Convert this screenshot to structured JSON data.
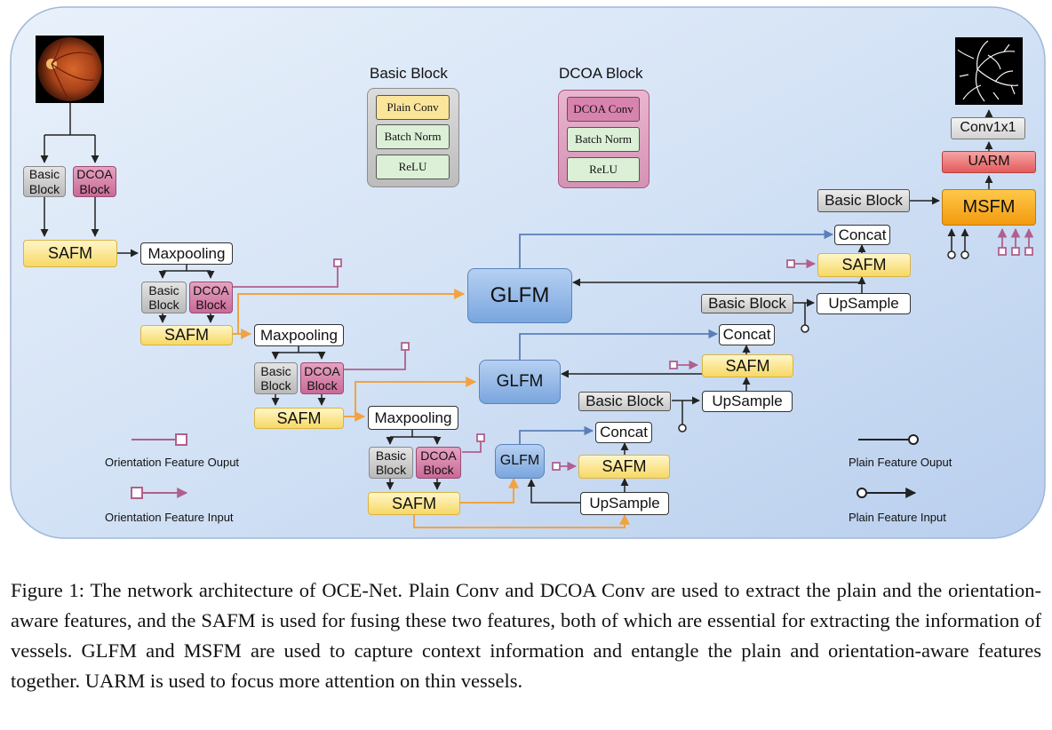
{
  "legend_panels": {
    "basic": {
      "title": "Basic Block",
      "items": [
        "Plain Conv",
        "Batch Norm",
        "ReLU"
      ]
    },
    "dcoa": {
      "title": "DCOA Block",
      "items": [
        "DCOA Conv",
        "Batch Norm",
        "ReLU"
      ]
    }
  },
  "encoder": {
    "basic_block": [
      "Basic",
      "Block"
    ],
    "dcoa_block": [
      "DCOA",
      "Block"
    ],
    "safm": "SAFM",
    "maxpooling": "Maxpooling"
  },
  "decoder": {
    "glfm": "GLFM",
    "concat": "Concat",
    "safm": "SAFM",
    "basic_block": "Basic Block",
    "upsample": "UpSample"
  },
  "head": {
    "msfm": "MSFM",
    "uarm": "UARM",
    "conv1x1": "Conv1x1"
  },
  "legend": {
    "orientation_output": "Orientation Feature Ouput",
    "orientation_input": "Orientation Feature Input",
    "plain_output": "Plain Feature Ouput",
    "plain_input": "Plain Feature Input"
  },
  "colors": {
    "background_panel": "#cfdff3",
    "blue_line": "#5a7fb8",
    "orange_line": "#f2a341",
    "pink_line": "#b0608e",
    "dark_line": "#222222"
  },
  "icons": {
    "input_image": "retina-fundus-image",
    "output_image": "vessel-segmentation-map"
  },
  "caption": "Figure 1: The network architecture of OCE-Net. Plain Conv and DCOA Conv are used to extract the plain and the orientation-aware features, and the SAFM is used for fusing these two features, both of which are essential for extracting the information of vessels. GLFM and MSFM are used to capture context information and entangle the plain and orientation-aware features together. UARM is used to focus more attention on thin vessels."
}
